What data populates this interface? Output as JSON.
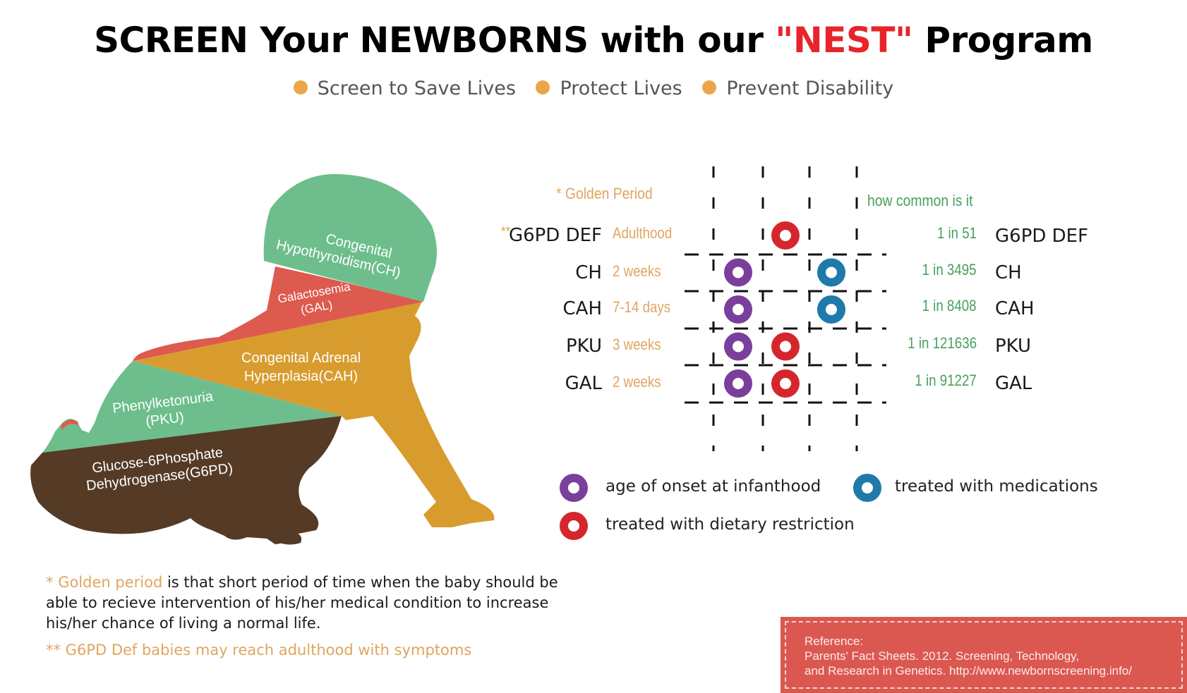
{
  "header": {
    "title_pre": "SCREEN Your NEWBORNS with our ",
    "title_highlight": "\"NEST\"",
    "title_post": " Program",
    "taglines": [
      "Screen to Save Lives",
      "Protect Lives",
      "Prevent Disability"
    ]
  },
  "baby": {
    "segments": {
      "ch_line1": "Congenital",
      "ch_line2": "Hypothyroidism(CH)",
      "gal_line1": "Galactosemia",
      "gal_line2": "(GAL)",
      "cah_line1": "Congenital Adrenal",
      "cah_line2": "Hyperplasia(CAH)",
      "pku_line1": "Phenylketonuria",
      "pku_line2": "(PKU)",
      "g6pd_line1": "Glucose-6Phosphate",
      "g6pd_line2": "Dehydrogenase(G6PD)"
    },
    "colors": {
      "green": "#6dbe8c",
      "red": "#dd5a4f",
      "gold": "#d89c2e",
      "brown": "#553b25"
    }
  },
  "table": {
    "golden_header": "Golden Period",
    "golden_marker": "*",
    "common_header": "how common is it",
    "rows": [
      {
        "marker": "**",
        "name": "G6PD DEF",
        "period": "Adulthood",
        "freq": "1 in 51"
      },
      {
        "marker": "",
        "name": "CH",
        "period": "2 weeks",
        "freq": "1 in 3495"
      },
      {
        "marker": "",
        "name": "CAH",
        "period": "7-14 days",
        "freq": "1 in 8408"
      },
      {
        "marker": "",
        "name": "PKU",
        "period": "3 weeks",
        "freq": "1 in 121636"
      },
      {
        "marker": "",
        "name": "GAL",
        "period": "2 weeks",
        "freq": "1 in 91227"
      }
    ],
    "markers": {
      "G6PD DEF": [
        "dietary"
      ],
      "CH": [
        "infanthood",
        "medications"
      ],
      "CAH": [
        "infanthood",
        "medications"
      ],
      "PKU": [
        "infanthood",
        "dietary"
      ],
      "GAL": [
        "infanthood",
        "dietary"
      ]
    },
    "colors": {
      "infanthood": "#7a3f9c",
      "dietary": "#d6262d",
      "medications": "#1f7aab"
    }
  },
  "legend": {
    "infanthood": "age of onset at infanthood",
    "medications": "treated with medications",
    "dietary": "treated with dietary restriction"
  },
  "footnotes": {
    "star": "*",
    "golden_term": "Golden period",
    "golden_rest_1": " is that short period of time when the baby should be",
    "golden_rest_2": "able to recieve intervention of his/her medical condition to increase",
    "golden_rest_3": "his/her chance of living a normal life.",
    "g6pd_note": "** G6PD Def babies may reach adulthood with symptoms"
  },
  "reference": {
    "heading": "Reference:",
    "line1": "Parents' Fact Sheets. 2012. Screening, Technology,",
    "line2": "and Research in Genetics. http://www.newbornscreening.info/"
  }
}
